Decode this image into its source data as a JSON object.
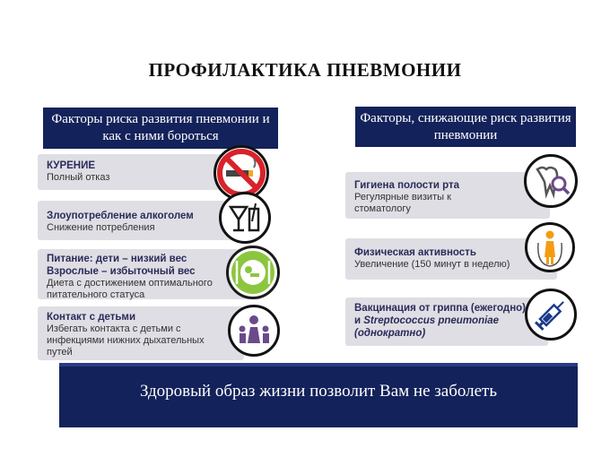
{
  "title": "ПРОФИЛАКТИКА ПНЕВМОНИИ",
  "left_header": "Факторы риска развития пневмонии и как с ними бороться",
  "right_header": "Факторы, снижающие риск развития пневмонии",
  "left_cards": [
    {
      "title": "КУРЕНИЕ",
      "text": "Полный отказ",
      "icon": "no-smoking-icon"
    },
    {
      "title": "Злоупотребление алкоголем",
      "text": "Снижение потребления",
      "icon": "cocktail-glass-icon"
    },
    {
      "title": "Питание: дети – низкий вес Взрослые – избыточный вес",
      "text": "Диета с достижением оптимального питательного статуса",
      "icon": "food-plate-icon"
    },
    {
      "title": "Контакт с детьми",
      "text": "Избегать контакта с детьми с инфекциями нижних дыхательных путей",
      "icon": "family-icon"
    }
  ],
  "right_cards": [
    {
      "title": "Гигиена полости рта",
      "text": "Регулярные визиты к стоматологу",
      "icon": "tooth-magnifier-icon"
    },
    {
      "title": "Физическая активность",
      "text": "Увеличение (150 минут в неделю)",
      "icon": "jump-rope-icon"
    },
    {
      "title_a": "Вакцинация от гриппа (ежегодно)",
      "title_b_prefix": "и ",
      "title_b_italic": "Streptococcus pneumoniae",
      "title_c": "(однократно)",
      "icon": "syringe-icon"
    }
  ],
  "banner": "Здоровый образ жизни позволит Вам не заболеть",
  "colors": {
    "navy": "#13225a",
    "card": "#dedee4",
    "green": "#8cc63f",
    "orange": "#f39c12",
    "purple": "#6b4a8a",
    "red": "#d9222a"
  }
}
